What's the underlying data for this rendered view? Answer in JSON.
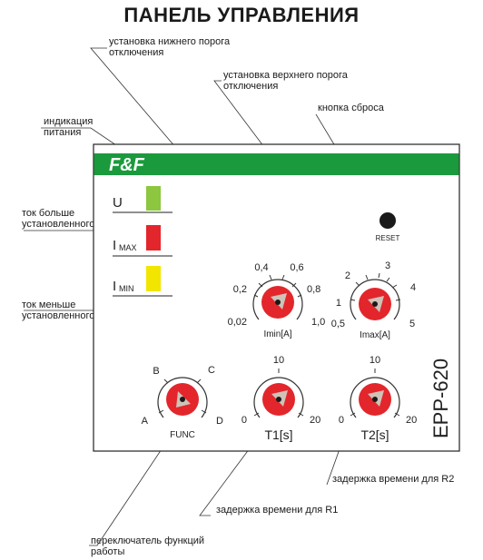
{
  "title": "ПАНЕЛЬ УПРАВЛЕНИЯ",
  "callouts": {
    "lower_threshold": "установка нижнего порога\nотключения",
    "upper_threshold": "установка верхнего порога\nотключения",
    "reset_button": "кнопка сброса",
    "power_indication": "индикация\nпитания",
    "current_above": "ток больше\nустановленного",
    "current_below": "ток меньше\nустановленного",
    "delay_r2": "задержка времени для R2",
    "delay_r1": "задержка времени для R1",
    "function_switch": "переключатель функций\nработы"
  },
  "device": {
    "logo": "F&F",
    "model": "EPP-620",
    "reset_label": "RESET",
    "indicators": [
      {
        "label": "U",
        "sub": "",
        "color": "#8dc63f"
      },
      {
        "label": "I",
        "sub": "MAX",
        "color": "#e3262b"
      },
      {
        "label": "I",
        "sub": "MIN",
        "color": "#f2e500"
      }
    ],
    "colors": {
      "brand_green": "#1a9a3c",
      "knob_red": "#e3262b"
    },
    "knobs": {
      "imin": {
        "label": "Imin[A]",
        "ticks": [
          "0,02",
          "0,2",
          "0,4",
          "0,6",
          "0,8",
          "1,0"
        ]
      },
      "imax": {
        "label": "Imax[A]",
        "ticks": [
          "0,5",
          "1",
          "2",
          "3",
          "4",
          "5"
        ]
      },
      "func": {
        "label": "FUNC",
        "ticks": [
          "A",
          "B",
          "C",
          "D"
        ]
      },
      "t1": {
        "label": "T1[s]",
        "ticks": [
          "0",
          "10",
          "20"
        ]
      },
      "t2": {
        "label": "T2[s]",
        "ticks": [
          "0",
          "10",
          "20"
        ]
      }
    }
  }
}
